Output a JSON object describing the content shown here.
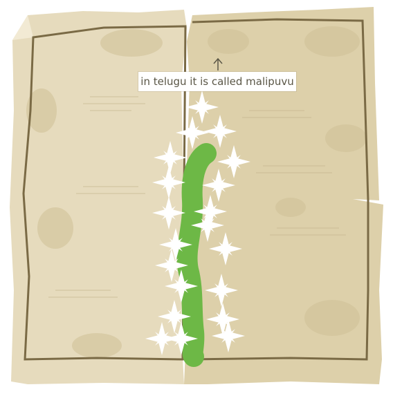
{
  "annotation": {
    "text": "in telugu it is called malipuvu",
    "arrow": "up-arrow"
  },
  "drawing": {
    "subject": "green vine with white sparkle flowers",
    "colors": {
      "vine": "#6db846",
      "sparkle": "#ffffff",
      "paper_light": "#e6dbbd",
      "paper_right": "#ddd0aa",
      "border_line": "#7a6a45"
    }
  },
  "background": {
    "description": "torn parchment map with inked border",
    "icon": "map-paper"
  }
}
